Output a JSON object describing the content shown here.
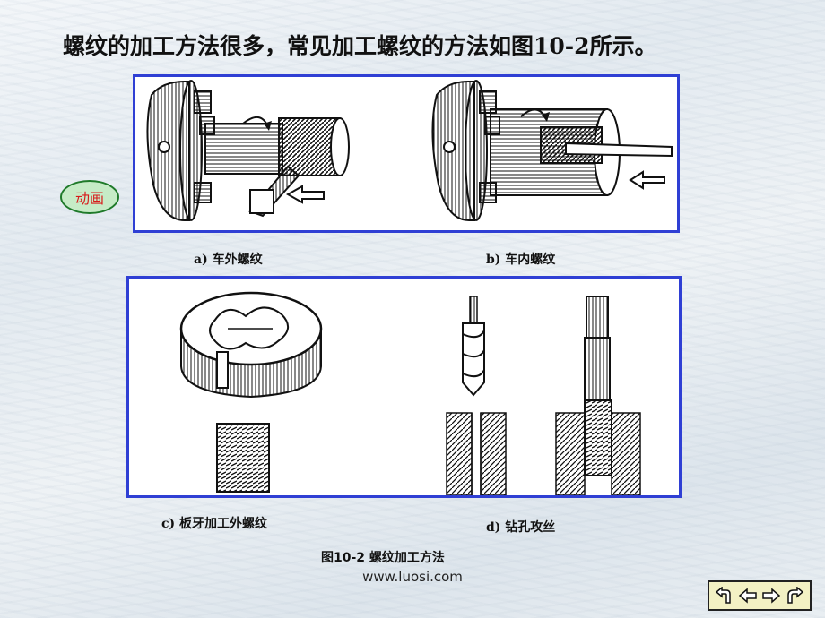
{
  "slide": {
    "title": "螺纹的加工方法很多，常见加工螺纹的方法如图10-2所示。",
    "animation_button": "动画",
    "captions": {
      "a": "a)  车外螺纹",
      "b": "b)  车内螺纹",
      "c": "c)  板牙加工外螺纹",
      "d": "d)  钻孔攻丝"
    },
    "figure_title": "图10-2    螺纹加工方法",
    "website": "www.luosi.com"
  },
  "navigation": {
    "icons": [
      "return-icon",
      "arrow-left-icon",
      "arrow-right-icon",
      "curved-forward-icon"
    ]
  },
  "colors": {
    "panel_border": "#2f3fd4",
    "animation_button_fill": "#c6ebc6",
    "animation_button_border": "#1f7a2a",
    "animation_button_text": "#d81a1a",
    "navbar_fill": "#f3f1c4"
  }
}
